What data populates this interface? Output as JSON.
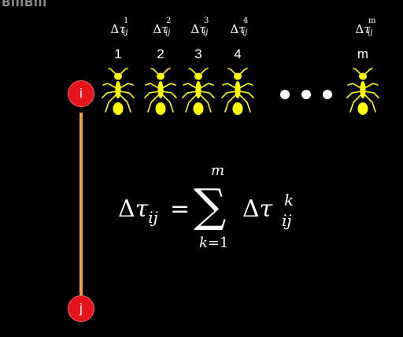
{
  "watermark": "BiliBili",
  "ants": [
    {
      "label_base": "τ",
      "superscript": "1",
      "subscript": "ij",
      "number": "1"
    },
    {
      "label_base": "τ",
      "superscript": "2",
      "subscript": "ij",
      "number": "2"
    },
    {
      "label_base": "τ",
      "superscript": "3",
      "subscript": "ij",
      "number": "3"
    },
    {
      "label_base": "τ",
      "superscript": "4",
      "subscript": "ij",
      "number": "4"
    },
    {
      "label_base": "τ",
      "superscript": "m",
      "subscript": "ij",
      "number": "m"
    }
  ],
  "delta_symbol": "Δ",
  "ellipsis": "• • •",
  "nodes": {
    "start_label": "i",
    "end_label": "j"
  },
  "formula": {
    "lhs_base": "τ",
    "lhs_subscript": "ij",
    "equals": "=",
    "sum_symbol": "∑",
    "sum_upper": "m",
    "sum_lower_var": "k",
    "sum_lower_eq": "=",
    "sum_lower_start": "1",
    "rhs_base": "τ",
    "rhs_superscript": "k",
    "rhs_subscript": "ij"
  },
  "colors": {
    "background": "#000000",
    "ant": "#ffff00",
    "node_fill": "#e8141b",
    "edge": "#f0a32c",
    "text": "#ffffff"
  },
  "icons": {
    "ant": "ant-icon",
    "node": "circle-node"
  }
}
